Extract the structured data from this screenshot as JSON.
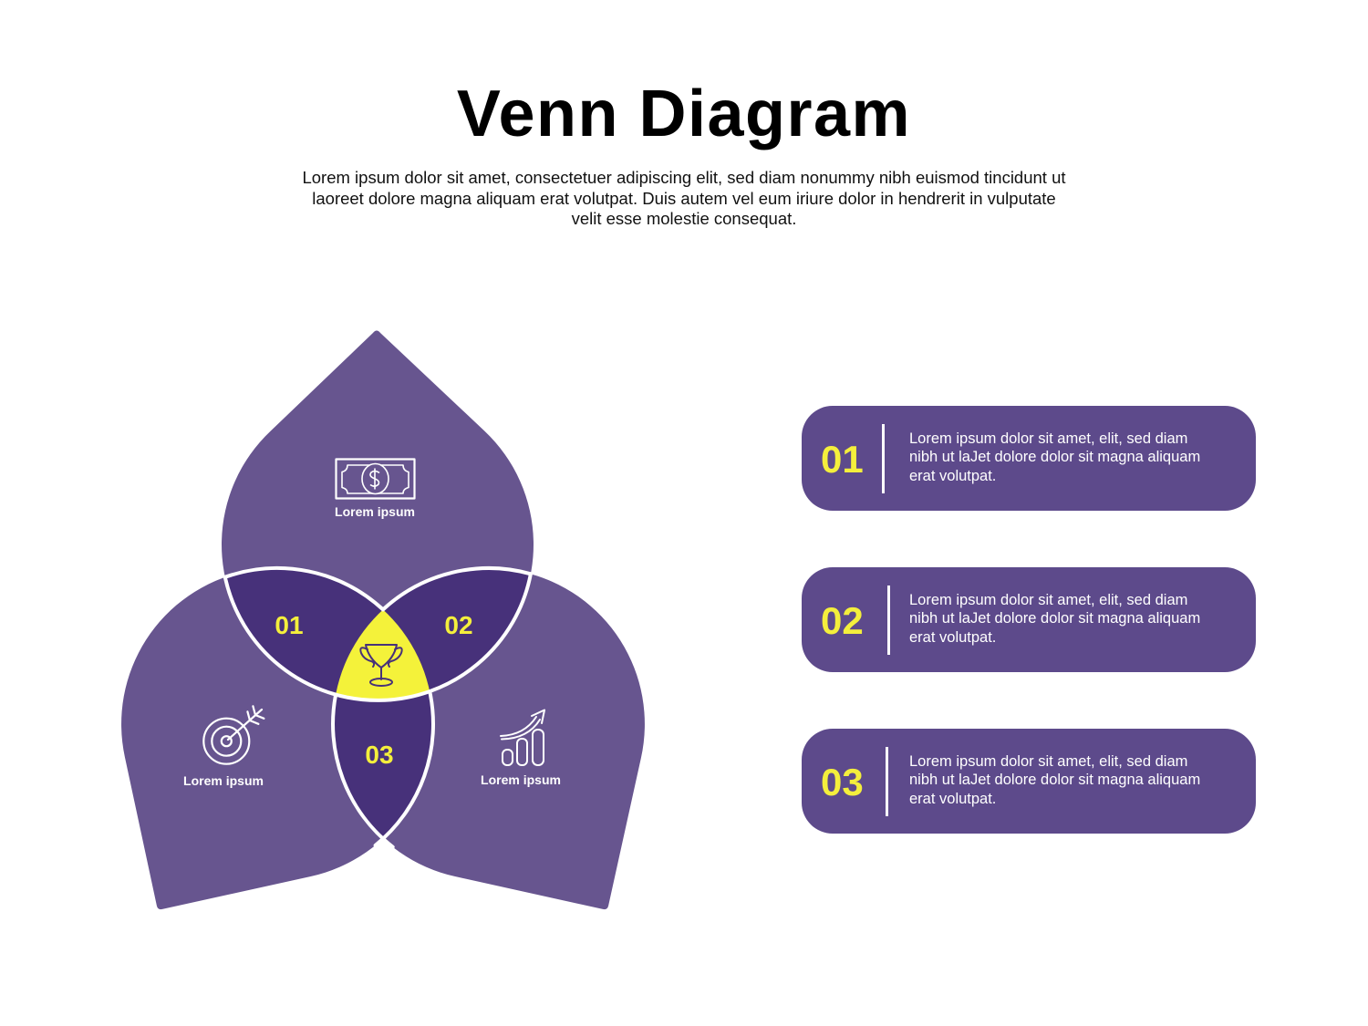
{
  "header": {
    "title": "Venn Diagram",
    "subtitle_lines": [
      "Lorem ipsum dolor sit amet, consectetuer adipiscing elit, sed diam nonummy nibh euismod tincidunt ut",
      "laoreet dolore magna aliquam erat volutpat. Duis autem vel eum iriure dolor in hendrerit in vulputate",
      "velit esse molestie consequat."
    ]
  },
  "venn": {
    "sets": [
      {
        "position": "top",
        "label": "Lorem ipsum",
        "icon": "money-bill-icon"
      },
      {
        "position": "left",
        "label": "Lorem ipsum",
        "icon": "target-arrow-icon"
      },
      {
        "position": "right",
        "label": "Lorem ipsum",
        "icon": "growth-chart-icon"
      }
    ],
    "intersections": [
      {
        "number": "01",
        "between": "top & left"
      },
      {
        "number": "02",
        "between": "top & right"
      },
      {
        "number": "03",
        "between": "left & right"
      }
    ],
    "center": {
      "icon": "trophy-icon"
    }
  },
  "cards": [
    {
      "number": "01",
      "lines": [
        "Lorem ipsum dolor sit amet, elit, sed diam",
        "nibh ut laJet dolore dolor sit magna aliquam",
        "erat volutpat."
      ]
    },
    {
      "number": "02",
      "lines": [
        "Lorem ipsum dolor sit amet, elit, sed diam",
        "nibh ut laJet dolore dolor sit magna aliquam",
        "erat volutpat."
      ]
    },
    {
      "number": "03",
      "lines": [
        "Lorem ipsum dolor sit amet, elit, sed diam",
        "nibh ut laJet dolore dolor sit magna aliquam",
        "erat volutpat."
      ]
    }
  ],
  "colors": {
    "petal": "#67558f",
    "overlap": "#47317a",
    "center": "#f4f23a",
    "number_accent": "#f4ef3c",
    "card": "#5d4a8b",
    "outline": "#ffffff"
  }
}
